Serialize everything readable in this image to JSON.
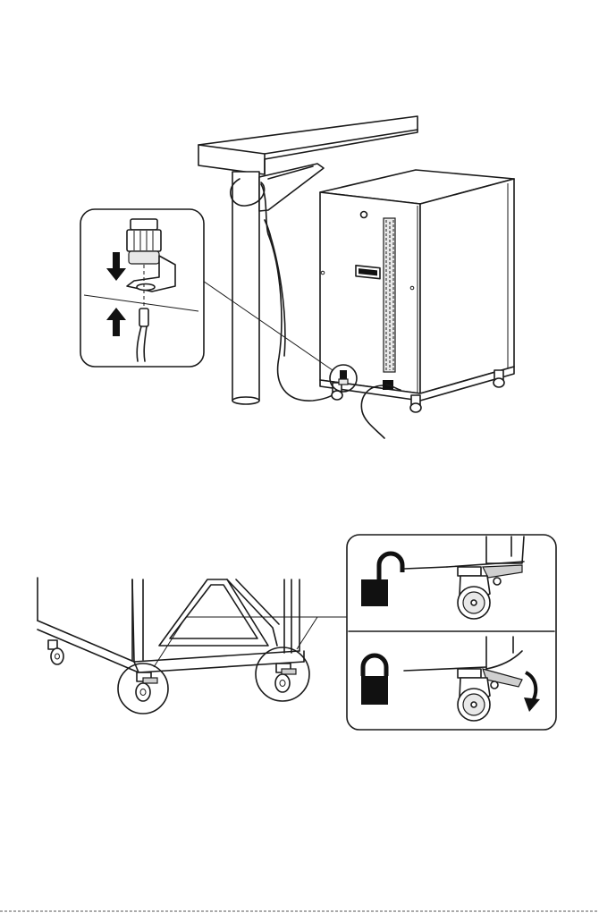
{
  "figures": [
    {
      "id": "cable-lock-installation",
      "callout_icons": [
        "arrow-down-icon",
        "arrow-up-icon"
      ],
      "parts": [
        "desk",
        "charging-cabinet",
        "security-cable",
        "cable-lock",
        "power-cord",
        "casters"
      ]
    },
    {
      "id": "caster-brakes",
      "callout_icons": [
        "unlocked-padlock-icon",
        "locked-padlock-icon",
        "rotate-arrow-icon"
      ],
      "parts": [
        "cabinet-base",
        "front-left-caster",
        "front-right-caster",
        "caster-brake-pedal"
      ]
    }
  ],
  "colors": {
    "line": "#1a1a1a",
    "fill": "#111111",
    "shade": "#cfcfcf",
    "background": "#ffffff"
  }
}
